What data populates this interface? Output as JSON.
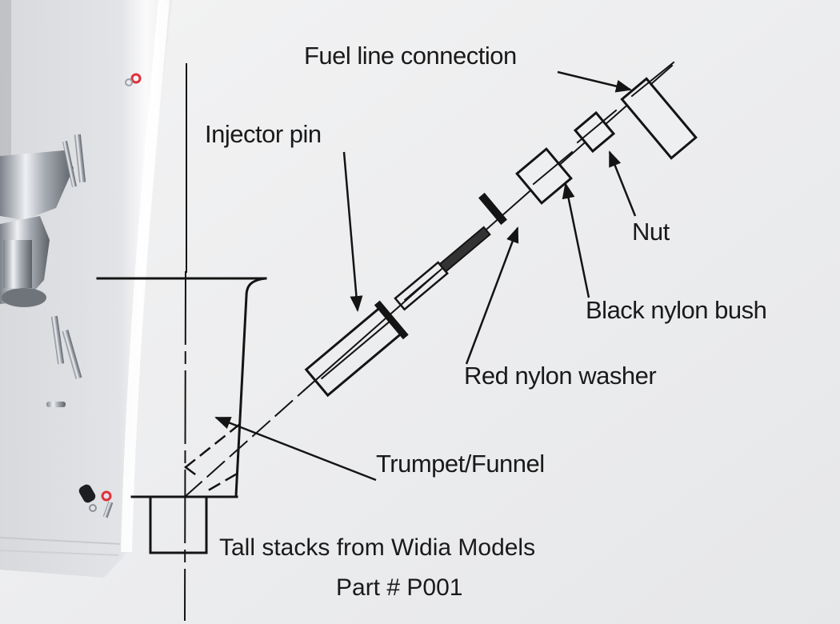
{
  "diagram": {
    "title_line1": "Tall stacks from Widia Models",
    "title_line2": "Part # P001",
    "labels": {
      "fuel_line": "Fuel line connection",
      "injector_pin": "Injector pin",
      "nut": "Nut",
      "black_bush": "Black nylon bush",
      "red_washer": "Red nylon washer",
      "trumpet": "Trumpet/Funnel"
    },
    "colors": {
      "paper": "#eeeff1",
      "ink": "#141414",
      "plastic_bag": "#dcdde0",
      "red_washer": "#e0303c",
      "metal": "#b8bcc2"
    }
  }
}
